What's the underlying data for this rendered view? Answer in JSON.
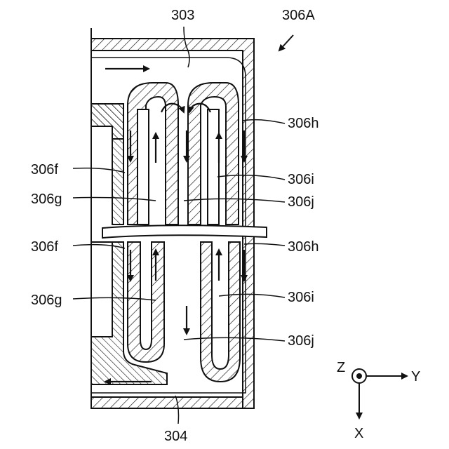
{
  "figure": {
    "id_label": "306A",
    "top_label": "303",
    "bottom_label": "304",
    "left_labels": [
      "306f",
      "306g",
      "306f",
      "306g"
    ],
    "right_labels": [
      "306h",
      "306i",
      "306j",
      "306h",
      "306i",
      "306j"
    ],
    "axes": {
      "z": "Z",
      "y": "Y",
      "x": "X"
    }
  },
  "colors": {
    "ink": "#111111",
    "background": "#ffffff"
  }
}
